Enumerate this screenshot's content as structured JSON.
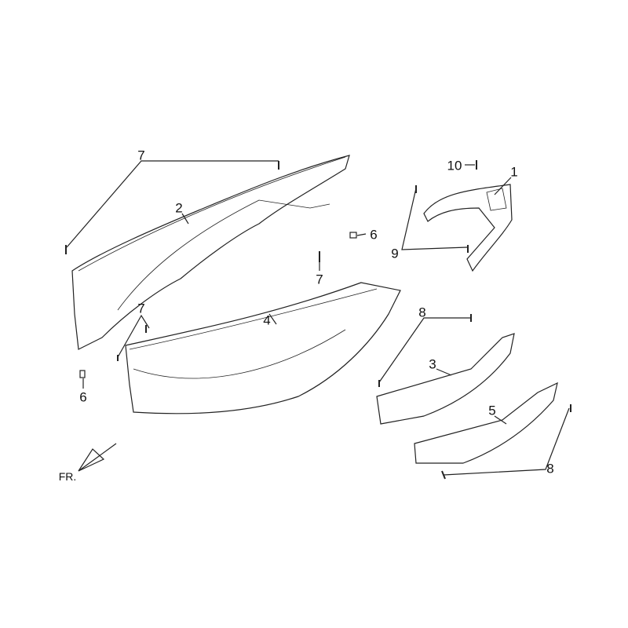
{
  "diagram": {
    "callouts": [
      {
        "id": "c7a",
        "text": "7"
      },
      {
        "id": "c2",
        "text": "2"
      },
      {
        "id": "c10",
        "text": "10"
      },
      {
        "id": "c1",
        "text": "1"
      },
      {
        "id": "c6a",
        "text": "6"
      },
      {
        "id": "c9",
        "text": "9"
      },
      {
        "id": "c7b",
        "text": "7"
      },
      {
        "id": "c4",
        "text": "4"
      },
      {
        "id": "c7c",
        "text": "7"
      },
      {
        "id": "c8a",
        "text": "8"
      },
      {
        "id": "c3",
        "text": "3"
      },
      {
        "id": "c6b",
        "text": "6"
      },
      {
        "id": "c5",
        "text": "5"
      },
      {
        "id": "c8b",
        "text": "8"
      }
    ],
    "front_marker": "FR."
  },
  "colors": {
    "line": "#222222",
    "background": "#ffffff"
  }
}
